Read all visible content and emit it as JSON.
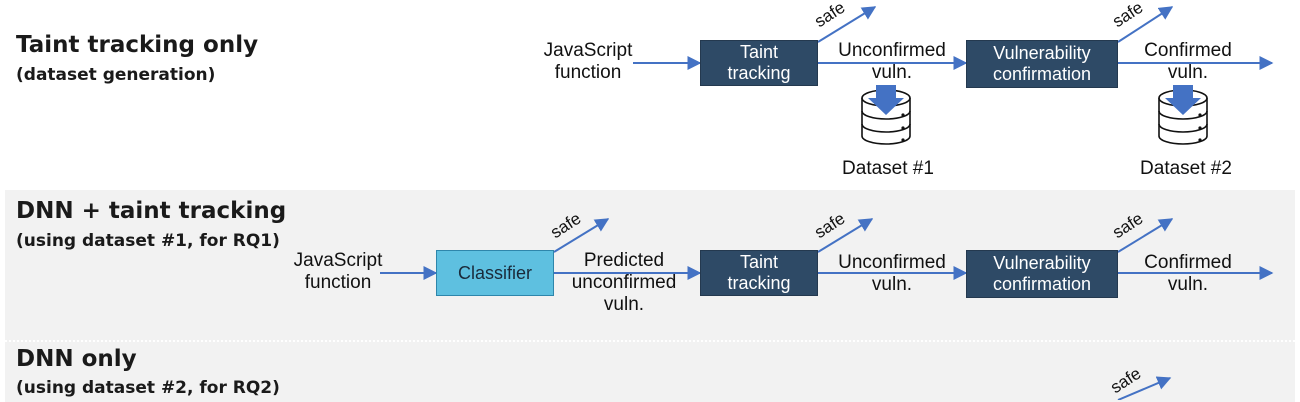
{
  "rows": [
    {
      "title": "Taint tracking only",
      "subtitle": "(dataset generation)"
    },
    {
      "title": "DNN + taint tracking",
      "subtitle": "(using dataset #1, for RQ1)"
    },
    {
      "title": "DNN only",
      "subtitle": "(using dataset #2, for RQ2)"
    }
  ],
  "nodes": {
    "js_function": [
      "JavaScript",
      "function"
    ],
    "taint_tracking": [
      "Taint",
      "tracking"
    ],
    "vulnerability_confirmation": [
      "Vulnerability",
      "confirmation"
    ],
    "classifier": "Classifier"
  },
  "edge_labels": {
    "unconfirmed": [
      "Unconfirmed",
      "vuln."
    ],
    "confirmed": [
      "Confirmed",
      "vuln."
    ],
    "predicted": [
      "Predicted",
      "unconfirmed",
      "vuln."
    ],
    "safe": "safe"
  },
  "datasets": {
    "d1": "Dataset #1",
    "d2": "Dataset #2"
  },
  "colors": {
    "arrow": "#4472c4",
    "dark_box": "#2e4a66",
    "light_box": "#5ec0e0",
    "band": "#f2f2f2"
  }
}
